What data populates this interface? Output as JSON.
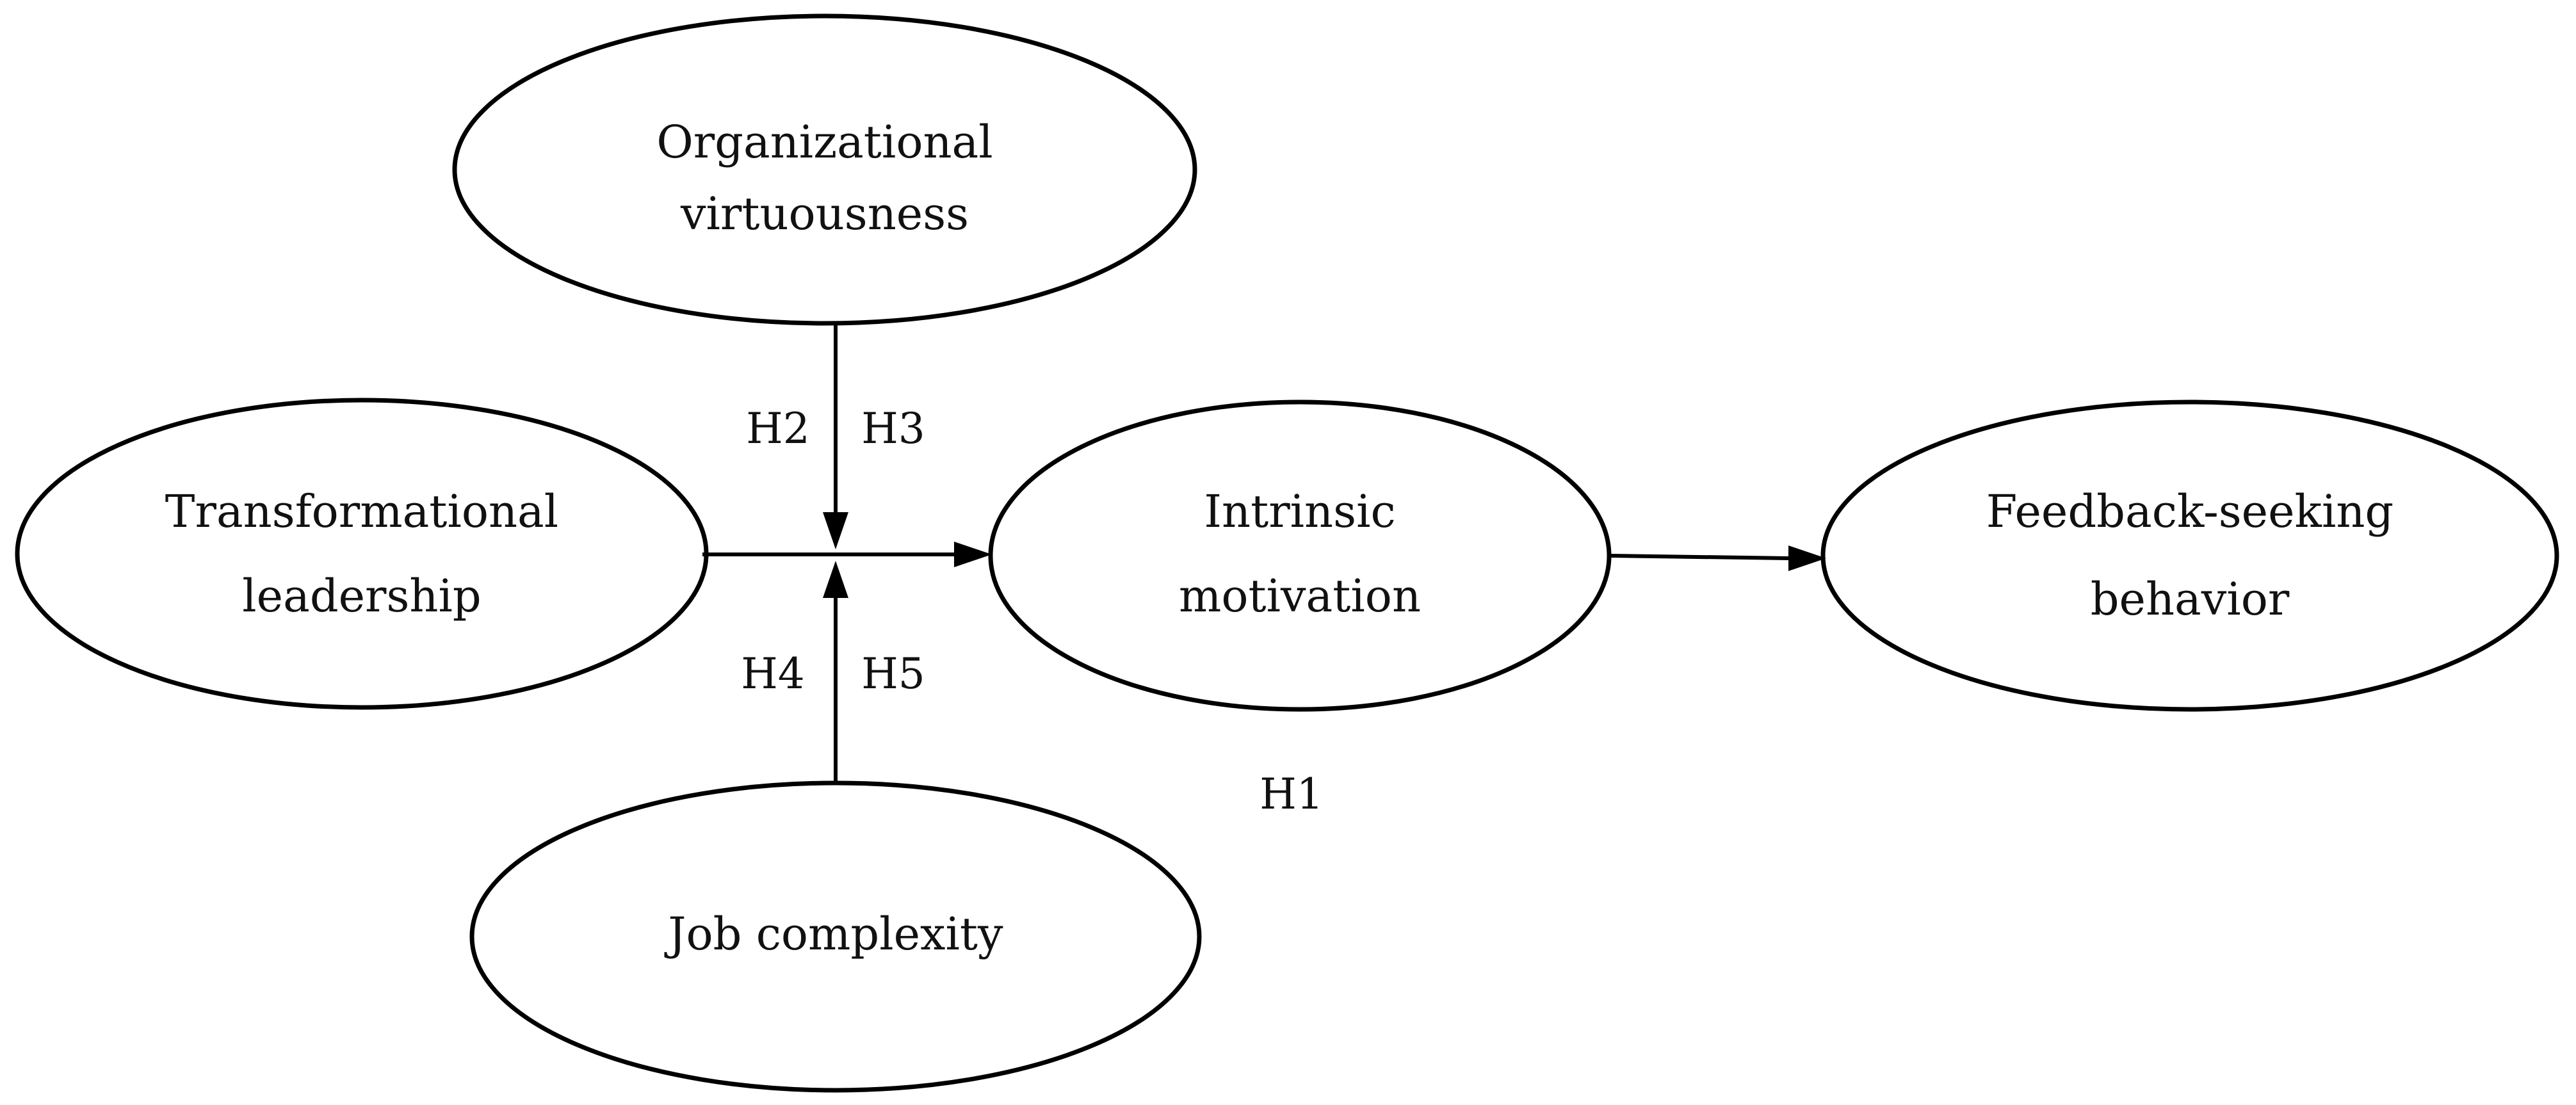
{
  "nodes": {
    "organizational_virtuousness": {
      "line1": "Organizational",
      "line2": "virtuousness"
    },
    "transformational_leadership": {
      "line1": "Transformational",
      "line2": "leadership"
    },
    "intrinsic_motivation": {
      "line1": "Intrinsic",
      "line2": "motivation"
    },
    "feedback_seeking_behavior": {
      "line1": "Feedback-seeking",
      "line2": "behavior"
    },
    "job_complexity": {
      "line1": "Job complexity"
    }
  },
  "edges": [
    {
      "from": "transformational_leadership",
      "to": "intrinsic_motivation"
    },
    {
      "from": "intrinsic_motivation",
      "to": "feedback_seeking_behavior"
    },
    {
      "from": "organizational_virtuousness",
      "to": "transformational_leadership→intrinsic_motivation"
    },
    {
      "from": "job_complexity",
      "to": "transformational_leadership→intrinsic_motivation"
    }
  ],
  "hypotheses": {
    "h1": "H1",
    "h2": "H2",
    "h3": "H3",
    "h4": "H4",
    "h5": "H5"
  },
  "colors": {
    "stroke": "#000000",
    "text": "#111111",
    "background": "#ffffff"
  }
}
